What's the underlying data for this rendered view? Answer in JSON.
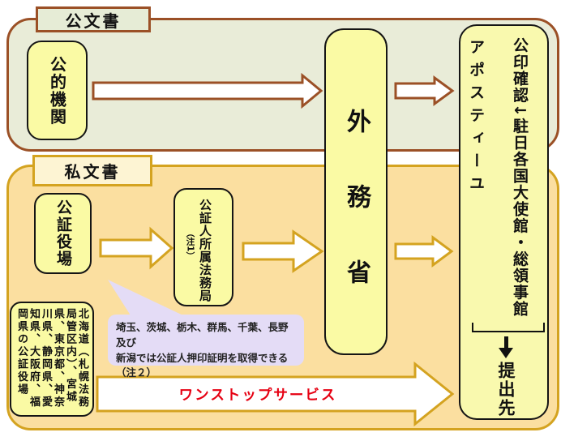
{
  "official_section": {
    "label": "公文書",
    "source_box": "公的機関"
  },
  "center": {
    "ministry_box": "外務省"
  },
  "destination_box": {
    "route_official": "公印確認↓駐日各国大使館・総領事館",
    "route_private": "アポスティーユ",
    "footer": "提出先"
  },
  "private_section": {
    "label": "私文書",
    "notary_box": "公証役場",
    "legal_affairs_box": "公証人所属法務局",
    "legal_affairs_note": "（注1）",
    "note_bubble": "埼玉、茨城、栃木、群馬、千葉、長野及び\n新潟では公証人押印証明を取得できる\n （注２）",
    "onestop_arrow_label": "ワンストップサービス",
    "onestop_notaries_columns": [
      "北海道（札幌法務",
      "局管区内）、宮城",
      "県、東京都、神奈",
      "川県、静岡県、愛",
      "知県、大阪府、福",
      "岡県の公証役場"
    ]
  },
  "colors": {
    "official_section_fill": "#e9ecd8",
    "official_section_border": "#9b5026",
    "private_section_fill": "#fbdfa0",
    "private_section_border": "#d4a320",
    "process_box_fill": "#fafaa4",
    "process_box_border": "#151515",
    "note_bubble_fill": "#e4dcf6",
    "onestop_label_text": "#e60012",
    "arrow_fill": "#ffffff"
  }
}
